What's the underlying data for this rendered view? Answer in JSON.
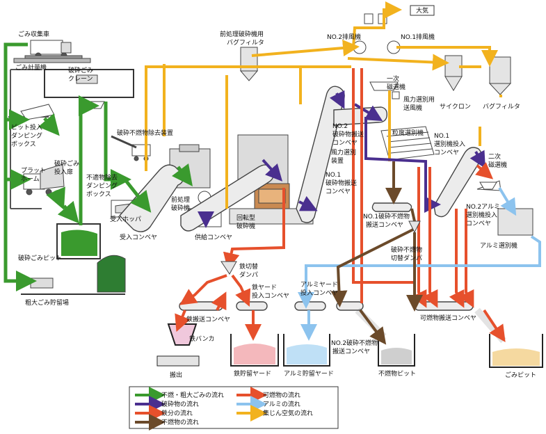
{
  "colors": {
    "green": "#3a9a2e",
    "purple": "#4a2f8f",
    "orange_red": "#e6502c",
    "brown": "#6b4a2a",
    "light_blue": "#8cc3ee",
    "yellow": "#f2b21e"
  },
  "labels": {
    "taiki": "大気",
    "gomi_shushusha": "ごみ収集車",
    "gomi_keiryoki": "ごみ計量機",
    "zenshori_bag_l1": "前処理破砕機用",
    "zenshori_bag_l2": "バグフィルタ",
    "no2_haifuki": "NO.2排風機",
    "no1_haifuki": "NO.1排風機",
    "hasai_crane_l1": "破砕ごみ",
    "hasai_crane_l2": "クレーン",
    "ichiji_l1": "一次",
    "ichiji_l2": "磁選機",
    "furyoku_sofuki_l1": "風力選別用",
    "furyoku_sofuki_l2": "送風機",
    "cyclone": "サイクロン",
    "bag_filter": "バグフィルタ",
    "pit_tonyu_l1": "ピット投入",
    "pit_tonyu_l2": "ダンピング",
    "pit_tonyu_l3": "ボックス",
    "hasai_funen_jokyo": "破砕不燃物除去装置",
    "no2_hasai_l1": "NO.2",
    "no2_hasai_l2": "破砕物搬送",
    "no2_hasai_l3": "コンベヤ",
    "ryudo_senbetsuki": "粒度選別機",
    "no1_jisenki_l1": "NO.1",
    "no1_jisenki_l2": "選別機投入",
    "no1_jisenki_l3": "コンベヤ",
    "furyoku_sochi_l1": "風力選別",
    "furyoku_sochi_l2": "装置",
    "platform_l1": "プラット",
    "platform_l2": "ホーム",
    "hasai_tonyu_l1": "破砕ごみ",
    "hasai_tonyu_l2": "投入扉",
    "futekibutsu_l1": "不適物除去",
    "futekibutsu_l2": "ダンピング",
    "futekibutsu_l3": "ボックス",
    "no1_hasai_l1": "NO.1",
    "no1_hasai_l2": "破砕物搬送",
    "no1_hasai_l3": "コンベヤ",
    "niji_l1": "二次",
    "niji_l2": "磁選機",
    "zenshori_hasaiki_l1": "前処理",
    "zenshori_hasaiki_l2": "破砕機",
    "kaitengata_l1": "回転型",
    "kaitengata_l2": "破砕機",
    "uke_hopper": "受入ホッパ",
    "no1_funen_l1": "NO.1破砕不燃物",
    "no1_funen_l2": "搬送コンベヤ",
    "no2_alumi_l1": "NO.2アルミ",
    "no2_alumi_l2": "選別機投入",
    "no2_alumi_l3": "コンベヤ",
    "uke_conveyor": "受入コンベヤ",
    "kyokyu_conveyor": "供給コンベヤ",
    "hasai_gomi_pit": "破砕ごみピット",
    "alumi_senbetsuki": "アルミ選別機",
    "hasai_funen_kirikae_l1": "破砕不燃物",
    "hasai_funen_kirikae_l2": "切替ダンパ",
    "tetsu_kirikae_l1": "鉄切替",
    "tetsu_kirikae_l2": "ダンパ",
    "sodai_chozojo": "粗大ごみ貯留場",
    "tetsu_yard_l1": "鉄ヤード",
    "tetsu_yard_l2": "投入コンベヤ",
    "alumi_yard_l1": "アルミヤード",
    "alumi_yard_l2": "投入コンベヤ",
    "tetsu_hanso": "鉄搬送コンベヤ",
    "kanensei_hanso": "可燃物搬送コンベヤ",
    "tetsu_bunker": "鉄バンカ",
    "no2_funen_l1": "NO.2破砕不燃物",
    "no2_funen_l2": "搬送コンベヤ",
    "hanshutsu": "搬出",
    "tetsu_chozo_yard": "鉄貯留ヤード",
    "alumi_chozo_yard": "アルミ貯留ヤード",
    "funen_pit": "不燃物ピット",
    "gomi_pit": "ごみピット"
  },
  "legend": [
    {
      "key": "green",
      "text": "不燃・粗大ごみの流れ"
    },
    {
      "key": "orange_red",
      "text": "可燃物の流れ"
    },
    {
      "key": "purple",
      "text": "破砕物の流れ"
    },
    {
      "key": "light_blue",
      "text": "アルミの流れ"
    },
    {
      "key": "orange_red",
      "text": "鉄分の流れ"
    },
    {
      "key": "yellow",
      "text": "集じん空気の流れ"
    },
    {
      "key": "brown",
      "text": "不燃物の流れ"
    }
  ]
}
